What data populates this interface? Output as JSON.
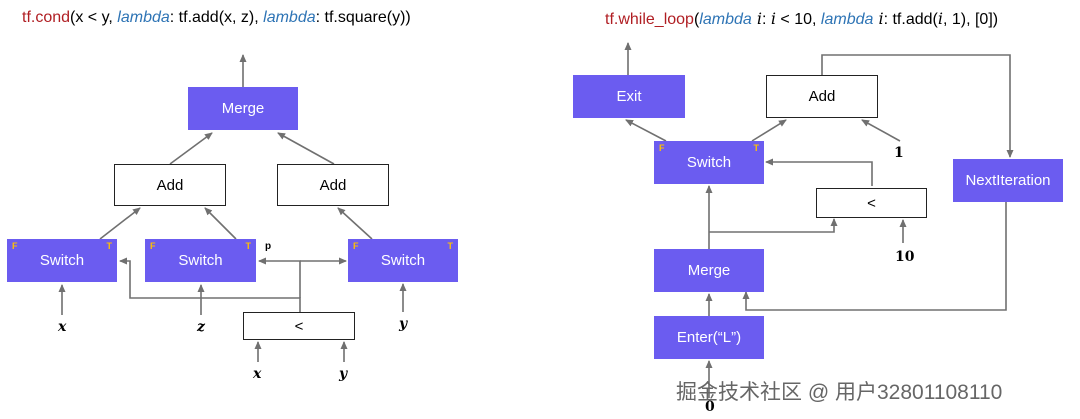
{
  "left": {
    "title": {
      "fn": "tf.cond",
      "p1": "(x < y, ",
      "lambda1": "lambda",
      "p2": ": tf.add(x, z), ",
      "lambda2": "lambda",
      "p3": ": tf.square(y))"
    },
    "nodes": {
      "merge": "Merge",
      "add1": "Add",
      "add2": "Add",
      "switch1": "Switch",
      "switch2": "Switch",
      "switch3": "Switch",
      "less": "<"
    },
    "flags": {
      "false": "F",
      "true": "T"
    },
    "inputs": {
      "x1": "x",
      "z": "z",
      "y1": "y",
      "x2": "x",
      "y2": "y"
    },
    "p_label": "p"
  },
  "right": {
    "title": {
      "fn": "tf.while_loop",
      "p1": "(",
      "lambda1": "lambda",
      "var1": " i",
      "p2": ": ",
      "var2": "i",
      "p3": " < 10, ",
      "lambda2": "lambda",
      "var3": " i",
      "p4": ": tf.add(",
      "var4": "i",
      "p5": ", 1), [0])"
    },
    "nodes": {
      "exit": "Exit",
      "add": "Add",
      "switch": "Switch",
      "next_iteration": "NextIteration",
      "less": "<",
      "merge": "Merge",
      "enter": "Enter(“L”)"
    },
    "flags": {
      "false": "F",
      "true": "T"
    },
    "inputs": {
      "one": "1",
      "ten": "10",
      "zero": "0"
    }
  },
  "watermark": "掘金技术社区 @ 用户3280110811​0",
  "colors": {
    "op_fill": "#6b5cf0",
    "arrow": "#707070",
    "flag": "#ffc000",
    "fn_red": "#b01e23",
    "lambda_blue": "#2e74b5"
  }
}
